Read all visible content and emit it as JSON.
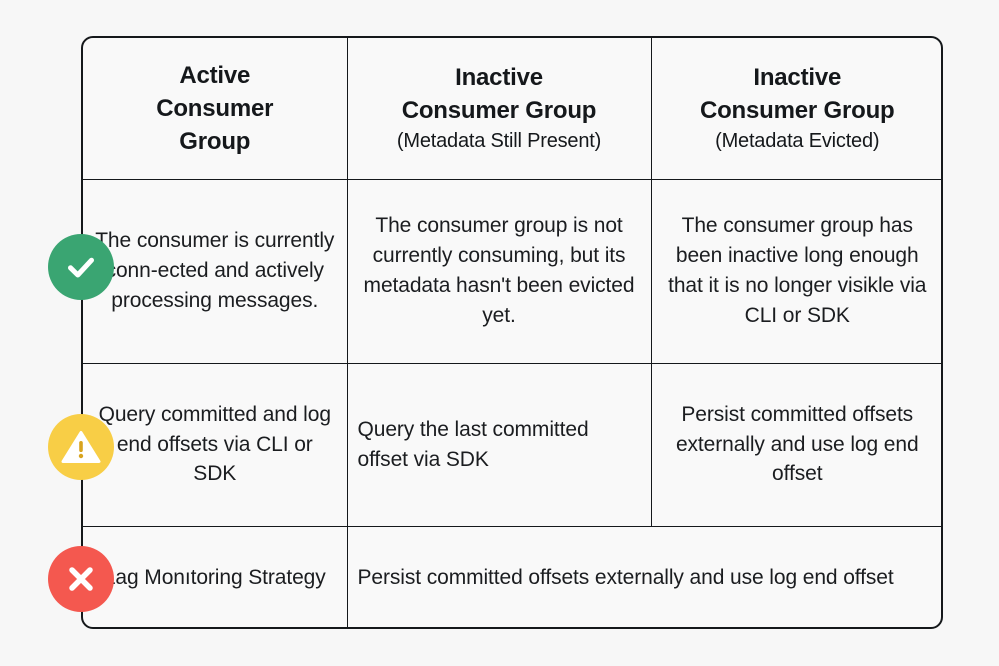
{
  "diagram": {
    "type": "comparison-table",
    "background_color": "#f7f7f7",
    "border_color": "#15181b"
  },
  "table": {
    "columns": [
      {
        "key": "active",
        "title": "Active\nConsumer\nGroup",
        "title_line1": "Active",
        "title_line2": "Consumer",
        "title_line3": "Group",
        "subtitle": ""
      },
      {
        "key": "inactive_present",
        "title_line1": "Inactive",
        "title_line2": "Consumer Group",
        "title_line3": "",
        "subtitle": "(Metadata Still Present)"
      },
      {
        "key": "inactive_evicted",
        "title_line1": "Inactive",
        "title_line2": "Consumer Group",
        "title_line3": "",
        "subtitle": "(Metadata Evicted)"
      }
    ],
    "rows": [
      {
        "key": "description",
        "status_icon": "check-circle-icon",
        "status_color": "#3aa572",
        "cells": [
          "The consumer is currently conn-ected and actively processing messages.",
          "The consumer group is not currently consuming, but its metadata hasn't been evicted yet.",
          "The consumer group has been inactive long enough that it is no longer visikle via CLI or SDK"
        ]
      },
      {
        "key": "operations",
        "status_icon": "warning-circle-icon",
        "status_color": "#f8ce46",
        "cells": [
          "Query committed and log end offsets via CLI or SDK",
          "Query the last committed offset via SDK",
          "Persist committed offsets externally and use log end offset"
        ]
      },
      {
        "key": "strategy",
        "status_icon": "x-circle-icon",
        "status_color": "#f4584f",
        "merged": true,
        "cells": [
          "Lag Monıtoring Strategy",
          "Persist committed offsets externally and use log end offset"
        ]
      }
    ]
  }
}
